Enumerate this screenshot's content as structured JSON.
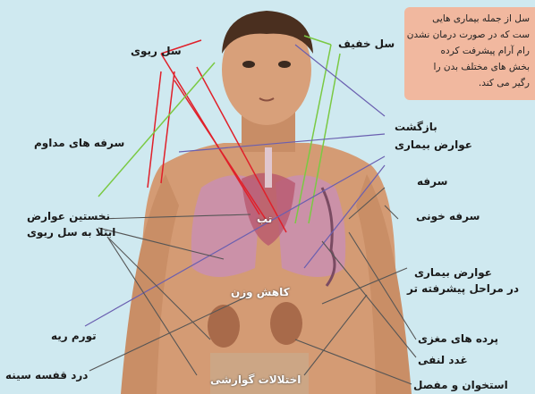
{
  "note": {
    "lines": [
      "سل از جمله بیماری هایی",
      "ست که در صورت درمان نشدن",
      "رام آرام پیشرفت کرده",
      "بخش های مختلف بدن را",
      "رگیر می کند."
    ]
  },
  "labels": {
    "sol_riavi": "سل ریوی",
    "sol_khafif": "سل خفیف",
    "sorfe_modavem": "سرفه های مداوم",
    "bazgasht": "بازگشت",
    "avarez_bimari": "عوارض بیماری",
    "sorfe": "سرفه",
    "sorfe_khooni": "سرفه خونی",
    "nokhostin_1": "نخستین عوارض",
    "nokhostin_2": "ابتلا به سل ریوی",
    "tab": "تب",
    "avarez_pishrafte_1": "عوارض بیماری",
    "avarez_pishrafte_2": "در مراحل پیشرفته تر",
    "kahesh_vazn": "کاهش وزن",
    "tavarom_rie": "تورم ریه",
    "parde_maghzi": "پرده های مغزی",
    "ghodad_lanfi": "غدد لنفی",
    "dard_ghafase": "درد قفسه سینه",
    "ekhtelalat": "اختلالات گوارشی",
    "ostekhan": "استخوان و مفصل"
  },
  "colors": {
    "background": "#cfe9f0",
    "note_bg": "#f1b89f",
    "line_red": "#e0202a",
    "line_green": "#7ac943",
    "line_purple": "#6a5fb0",
    "skin": "#d8a07a",
    "hair": "#4a2f1f",
    "lung": "#c88fb0",
    "kidney": "#a86a4a"
  }
}
